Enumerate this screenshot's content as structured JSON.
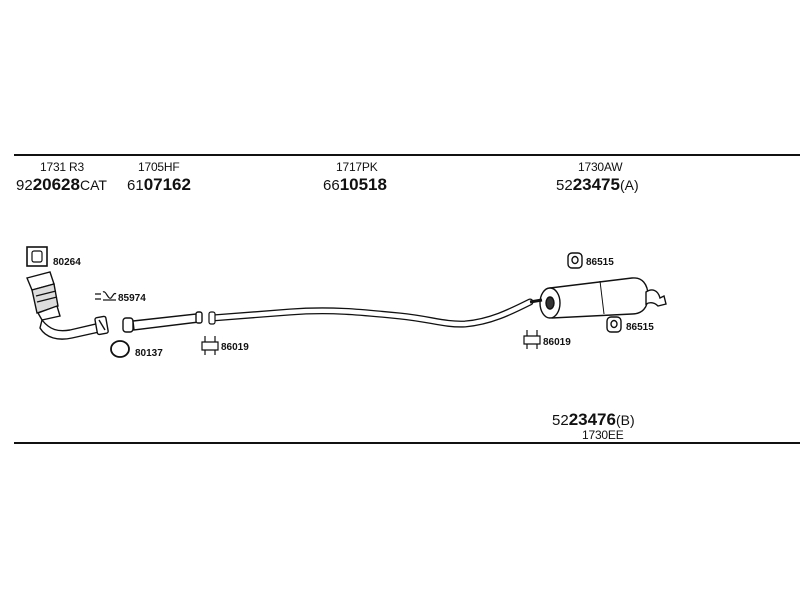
{
  "header_parts": [
    {
      "ref": "1731 R3",
      "prefix": "92",
      "number": "20628",
      "suffix": "CAT"
    },
    {
      "ref": "1705HF",
      "prefix": "61",
      "number": "07162",
      "suffix": ""
    },
    {
      "ref": "1717PK",
      "prefix": "66",
      "number": "10518",
      "suffix": ""
    },
    {
      "ref": "1730AW",
      "prefix": "52",
      "number": "23475",
      "suffix": "(A)"
    }
  ],
  "footer_part": {
    "prefix": "52",
    "number": "23476",
    "suffix": "(B)",
    "ref": "1730EE"
  },
  "callouts": {
    "gasket_square": "80264",
    "spring_bolt": "85974",
    "ring_gasket": "80137",
    "clamp_left": "86019",
    "clamp_right": "86019",
    "hanger_top": "86515",
    "hanger_bottom": "86515"
  }
}
